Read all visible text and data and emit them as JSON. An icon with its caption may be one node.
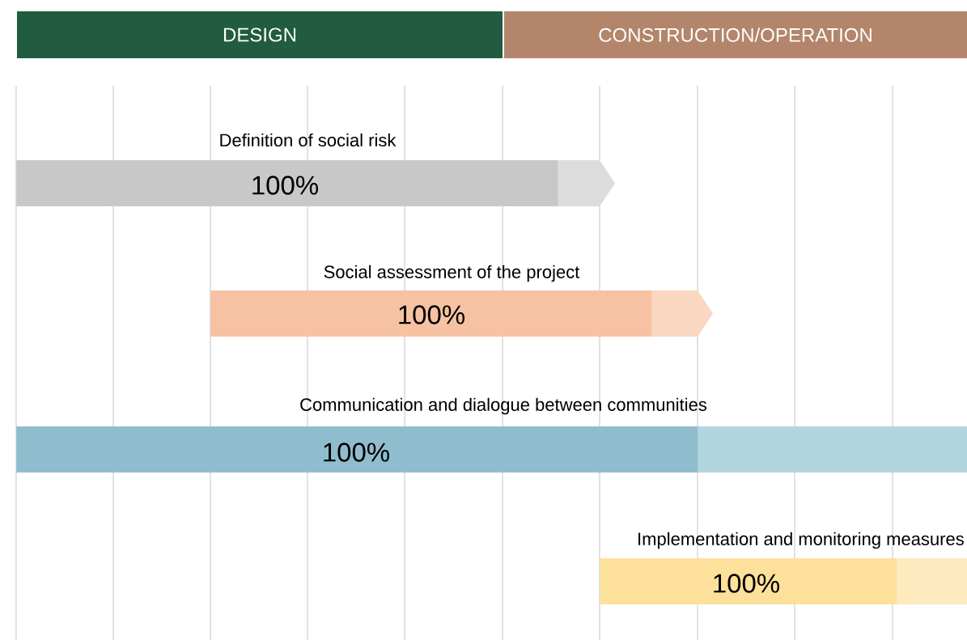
{
  "diagram": {
    "nodes": [
      {
        "text": [
          "DESIGN"
        ]
      },
      {
        "text": [
          "CONSTRUCTION/OPERATION"
        ]
      },
      {
        "text": [
          "Definition of social risk",
          "100%"
        ]
      },
      {
        "text": [
          "Social assessment of the project",
          "100%"
        ]
      },
      {
        "text": [
          "Communication and dialogue between communities",
          "100%"
        ]
      },
      {
        "text": [
          "Implementation and monitoring measures",
          "100%"
        ]
      }
    ]
  }
}
